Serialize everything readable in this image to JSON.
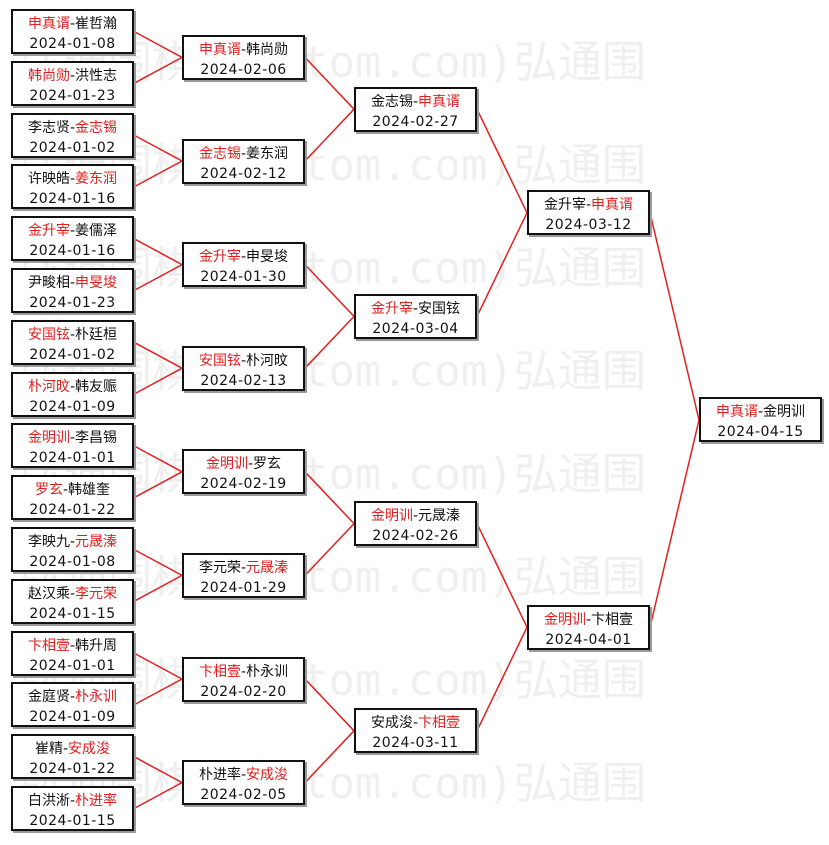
{
  "watermark": {
    "text": "弘通围棋(hoetom.com)弘通围",
    "rows": 8
  },
  "colors": {
    "winner": "#e02020",
    "line": "#e02020",
    "text": "#111111"
  },
  "rounds": [
    [
      {
        "p1": "申真谞",
        "p2": "崔哲瀚",
        "winner": 1,
        "date": "2024-01-08"
      },
      {
        "p1": "韩尚勋",
        "p2": "洪性志",
        "winner": 1,
        "date": "2024-01-23"
      },
      {
        "p1": "李志贤",
        "p2": "金志锡",
        "winner": 2,
        "date": "2024-01-02"
      },
      {
        "p1": "许映皓",
        "p2": "姜东润",
        "winner": 2,
        "date": "2024-01-16"
      },
      {
        "p1": "金升宰",
        "p2": "姜儒泽",
        "winner": 1,
        "date": "2024-01-16"
      },
      {
        "p1": "尹畯相",
        "p2": "申旻埈",
        "winner": 2,
        "date": "2024-01-23"
      },
      {
        "p1": "安国铉",
        "p2": "朴廷桓",
        "winner": 1,
        "date": "2024-01-02"
      },
      {
        "p1": "朴河旼",
        "p2": "韩友赈",
        "winner": 1,
        "date": "2024-01-09"
      },
      {
        "p1": "金明训",
        "p2": "李昌锡",
        "winner": 1,
        "date": "2024-01-01"
      },
      {
        "p1": "罗玄",
        "p2": "韩雄奎",
        "winner": 1,
        "date": "2024-01-22"
      },
      {
        "p1": "李映九",
        "p2": "元晟溱",
        "winner": 2,
        "date": "2024-01-08"
      },
      {
        "p1": "赵汉乘",
        "p2": "李元荣",
        "winner": 2,
        "date": "2024-01-15"
      },
      {
        "p1": "卞相壹",
        "p2": "韩升周",
        "winner": 1,
        "date": "2024-01-01"
      },
      {
        "p1": "金庭贤",
        "p2": "朴永训",
        "winner": 2,
        "date": "2024-01-09"
      },
      {
        "p1": "崔精",
        "p2": "安成浚",
        "winner": 2,
        "date": "2024-01-22"
      },
      {
        "p1": "白洪淅",
        "p2": "朴进率",
        "winner": 2,
        "date": "2024-01-15"
      }
    ],
    [
      {
        "p1": "申真谞",
        "p2": "韩尚勋",
        "winner": 1,
        "date": "2024-02-06"
      },
      {
        "p1": "金志锡",
        "p2": "姜东润",
        "winner": 1,
        "date": "2024-02-12"
      },
      {
        "p1": "金升宰",
        "p2": "申旻埈",
        "winner": 1,
        "date": "2024-01-30"
      },
      {
        "p1": "安国铉",
        "p2": "朴河旼",
        "winner": 1,
        "date": "2024-02-13"
      },
      {
        "p1": "金明训",
        "p2": "罗玄",
        "winner": 1,
        "date": "2024-02-19"
      },
      {
        "p1": "李元荣",
        "p2": "元晟溱",
        "winner": 2,
        "date": "2024-01-29"
      },
      {
        "p1": "卞相壹",
        "p2": "朴永训",
        "winner": 1,
        "date": "2024-02-20"
      },
      {
        "p1": "朴进率",
        "p2": "安成浚",
        "winner": 2,
        "date": "2024-02-05"
      }
    ],
    [
      {
        "p1": "金志锡",
        "p2": "申真谞",
        "winner": 2,
        "date": "2024-02-27"
      },
      {
        "p1": "金升宰",
        "p2": "安国铉",
        "winner": 1,
        "date": "2024-03-04"
      },
      {
        "p1": "金明训",
        "p2": "元晟溱",
        "winner": 1,
        "date": "2024-02-26"
      },
      {
        "p1": "安成浚",
        "p2": "卞相壹",
        "winner": 2,
        "date": "2024-03-11"
      }
    ],
    [
      {
        "p1": "金升宰",
        "p2": "申真谞",
        "winner": 2,
        "date": "2024-03-12"
      },
      {
        "p1": "金明训",
        "p2": "卞相壹",
        "winner": 1,
        "date": "2024-04-01"
      }
    ],
    [
      {
        "p1": "申真谞",
        "p2": "金明训",
        "winner": 1,
        "date": "2024-04-15"
      }
    ]
  ]
}
